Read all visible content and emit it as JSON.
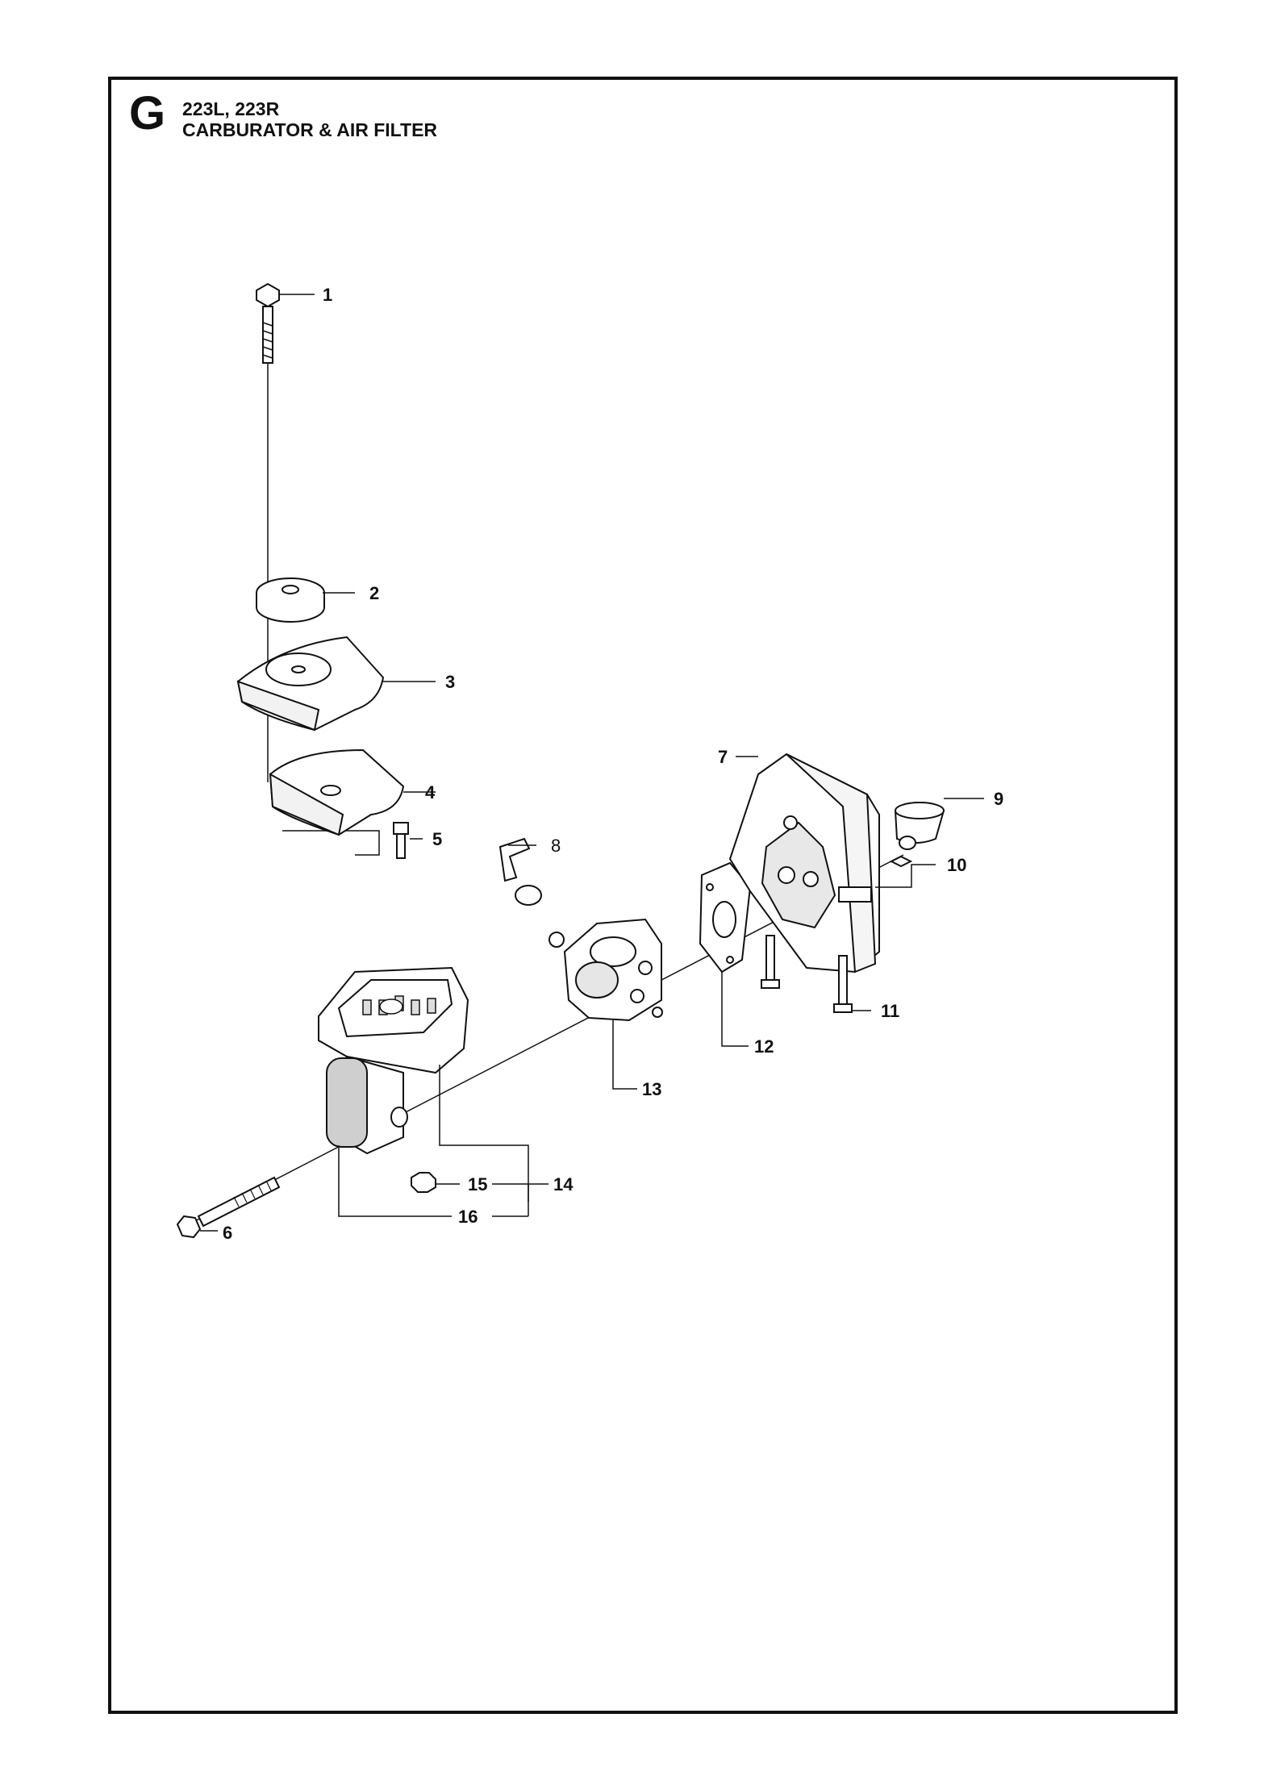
{
  "header": {
    "section_letter": "G",
    "models": "223L, 223R",
    "title": "CARBURATOR & AIR FILTER"
  },
  "callouts": {
    "c1": "1",
    "c2": "2",
    "c3": "3",
    "c4": "4",
    "c5": "5",
    "c6": "6",
    "c7": "7",
    "c8": "8",
    "c9": "9",
    "c10": "10",
    "c11": "11",
    "c12": "12",
    "c13": "13",
    "c14": "14",
    "c15": "15",
    "c16": "16"
  }
}
